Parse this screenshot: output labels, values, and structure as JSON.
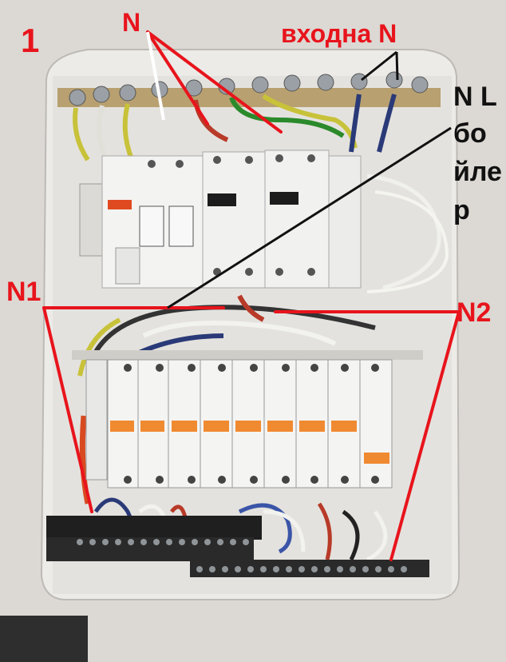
{
  "photo": {
    "subject": "electrical distribution board with circuit breakers"
  },
  "annotations": {
    "number": "1",
    "n_top": "N",
    "incoming_n": "входна N",
    "nl": "N L",
    "boiler_lines": [
      "бо",
      "йле",
      "р"
    ],
    "n1": "N1",
    "n2": "N2"
  },
  "colors": {
    "annotation": "#e8141c",
    "annotation_dark": "#111111"
  }
}
